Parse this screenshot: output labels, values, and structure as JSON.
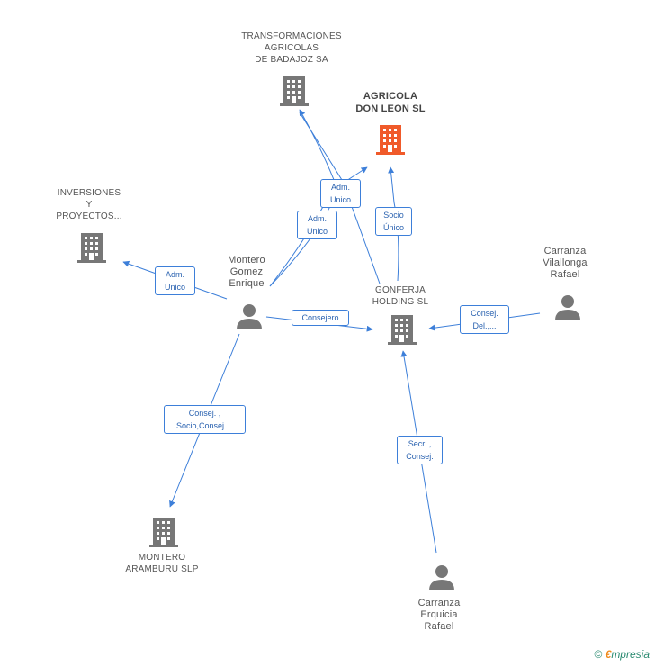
{
  "colors": {
    "edge": "#3d7fd9",
    "company": "#777777",
    "focus": "#f05a2a",
    "person": "#777777"
  },
  "nodes": {
    "transformaciones": {
      "label": "TRANSFORMACIONES\nAGRICOLAS\nDE BADAJOZ SA",
      "icon": "building-icon"
    },
    "agricola": {
      "label": "AGRICOLA\nDON LEON SL",
      "icon": "building-icon"
    },
    "inversiones": {
      "label": "INVERSIONES\nY\nPROYECTOS...",
      "icon": "building-icon"
    },
    "montero_enrique": {
      "label": "Montero\nGomez\nEnrique",
      "icon": "person-icon"
    },
    "gonferja": {
      "label": "GONFERJA\nHOLDING SL",
      "icon": "building-icon"
    },
    "carranza_vilallonga": {
      "label": "Carranza\nVilallonga\nRafael",
      "icon": "person-icon"
    },
    "montero_aramburu": {
      "label": "MONTERO\nARAMBURU SLP",
      "icon": "building-icon"
    },
    "carranza_erquicia": {
      "label": "Carranza\nErquicia\nRafael",
      "icon": "person-icon"
    }
  },
  "edges": {
    "adm_unico_1": "Adm.\nUnico",
    "adm_unico_2": "Adm.\nUnico",
    "socio_unico": "Socio\nÚnico",
    "adm_unico_3": "Adm.\nUnico",
    "consejero": "Consejero",
    "consej_del": "Consej.\nDel.,...",
    "consej_socio": "Consej. ,\nSocio,Consej....",
    "secr_consej": "Secr. ,\nConsej."
  },
  "footer": {
    "copyright": "©",
    "brand_e": "€",
    "brand_rest": "mpresia"
  }
}
